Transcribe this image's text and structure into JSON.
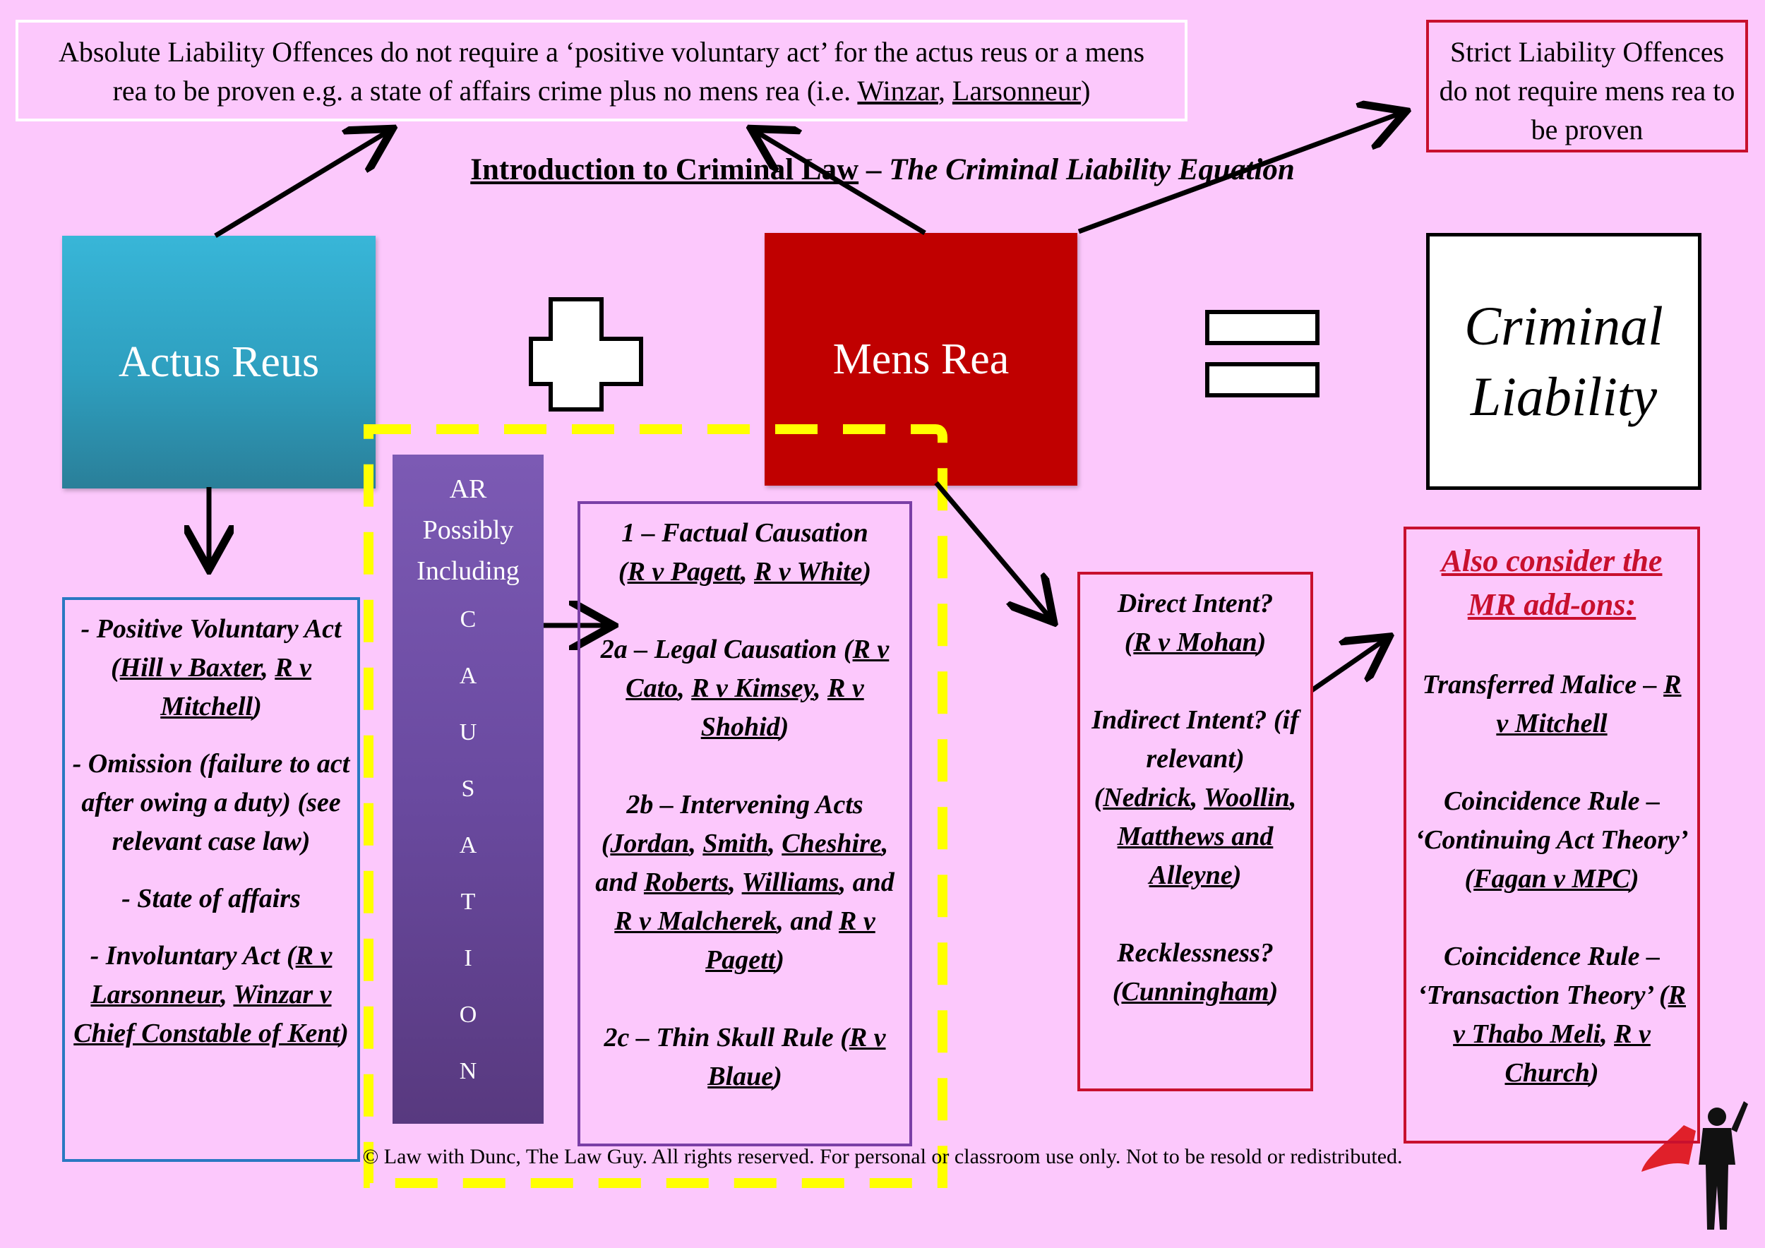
{
  "top_left_note": {
    "text_a": "Absolute Liability Offences do not require a ‘positive voluntary act’ for the actus reus or a mens rea to be proven e.g. a state of affairs crime plus no mens rea (i.e. ",
    "case_1": "Winzar",
    "sep": ", ",
    "case_2": "Larsonneur",
    "text_b": ")"
  },
  "top_right_note": "Strict Liability Offences do not require mens rea to be proven",
  "title": {
    "main": "Introduction to Criminal Law",
    "dash": " – ",
    "sub": "The Criminal Liability Equation"
  },
  "actus_reus": "Actus Reus",
  "mens_rea": "Mens Rea",
  "criminal_liability": {
    "line1": "Criminal",
    "line2": "Liability"
  },
  "ar_column": {
    "line1": "AR",
    "line2": "Possibly",
    "line3": "Including",
    "letters": [
      "C",
      "A",
      "U",
      "S",
      "A",
      "T",
      "I",
      "O",
      "N"
    ]
  },
  "ar_list": {
    "item1_a": "- Positive Voluntary Act (",
    "item1_c1": "Hill v Baxter",
    "item1_sep": ", ",
    "item1_c2": "R v Mitchell",
    "item1_b": ")",
    "item2": "- Omission (failure to act after owing a duty) (see relevant case law)",
    "item3": "- State of affairs",
    "item4_a": "- Involuntary Act (",
    "item4_c1": "R v Larsonneur",
    "item4_sep": ", ",
    "item4_c2": "Winzar v Chief Constable of Kent",
    "item4_b": ")"
  },
  "causation": {
    "c1_head": "1 – Factual Causation",
    "c1_open": "(",
    "c1_case1": "R v Pagett",
    "c1_sep": ", ",
    "c1_case2": "R v White",
    "c1_close": ")",
    "c2a_head": "2a – Legal Causation (",
    "c2a_case1": "R v Cato",
    "c2a_sep1": ", ",
    "c2a_case2": "R v Kimsey",
    "c2a_sep2": ", ",
    "c2a_case3": "R v Shohid",
    "c2a_close": ")",
    "c2b_head": "2b – Intervening Acts (",
    "c2b_case1": "Jordan",
    "c2b_sep1": ", ",
    "c2b_case2": "Smith",
    "c2b_sep2": ", ",
    "c2b_case3": "Cheshire",
    "c2b_sep3": ", and ",
    "c2b_case4": "Roberts",
    "c2b_sep4": ", ",
    "c2b_case5": "Williams",
    "c2b_sep5": ", and ",
    "c2b_case6": "R v Malcherek",
    "c2b_sep6": ", and ",
    "c2b_case7": "R v Pagett",
    "c2b_close": ")",
    "c2c_head": "2c – Thin Skull Rule (",
    "c2c_case": "R v Blaue",
    "c2c_close": ")"
  },
  "intent": {
    "direct": "Direct Intent?",
    "direct_open": "(",
    "direct_case": "R v Mohan",
    "direct_close": ")",
    "indirect": "Indirect Intent? (if relevant)",
    "indirect_open": "(",
    "indirect_case1": "Nedrick",
    "indirect_sep1": ", ",
    "indirect_case2": "Woollin",
    "indirect_sep2": ", ",
    "indirect_case3": "Matthews and Alleyne",
    "indirect_close": ")",
    "reck": "Recklessness?",
    "reck_open": "(",
    "reck_case": "Cunningham",
    "reck_close": ")"
  },
  "addons": {
    "title": "Also consider the MR add-ons:",
    "a1": "Transferred Malice – ",
    "a1_case": "R v Mitchell",
    "a2": "Coincidence Rule – ‘Continuing Act Theory’ (",
    "a2_case": "Fagan v MPC",
    "a2_close": ")",
    "a3": "Coincidence Rule – ‘Transaction Theory’ (",
    "a3_case1": "R v Thabo Meli",
    "a3_sep": ", ",
    "a3_case2": "R v Church",
    "a3_close": ")"
  },
  "footer": "© Law with Dunc, The Law Guy. All rights reserved. For personal or classroom use only. Not to be resold or redistributed.",
  "colors": {
    "background": "#fcc8fc",
    "actus_reus": "#38b6d8",
    "mens_rea": "#c00000",
    "causation_column": "#6a4aa0",
    "dashed_outline": "#ffff00",
    "red_border": "#c8102e",
    "blue_border": "#2a78c2",
    "purple_border": "#7a3fa6"
  },
  "icons": [
    "plus-sign-icon",
    "equals-sign-icon",
    "superhero-logo-icon"
  ]
}
